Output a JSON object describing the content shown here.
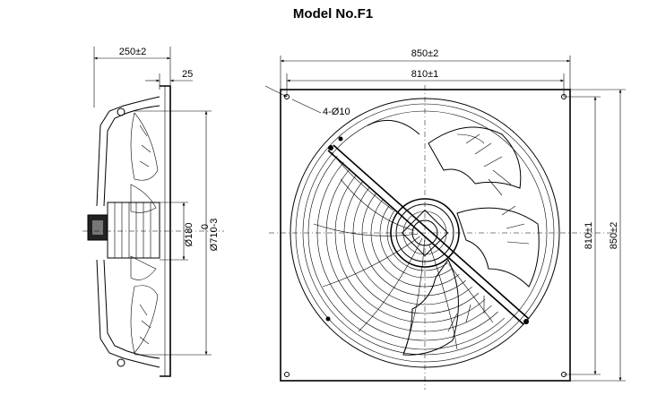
{
  "title": "Model No.F1",
  "side_view": {
    "depth": "250±2",
    "flange": "25",
    "hub_diameter": "Ø180",
    "tolerance": "0",
    "blade_diameter": "Ø710-3"
  },
  "front_view": {
    "plate_width": "850±2",
    "hole_spacing_x": "810±1",
    "mounting_holes": "4-Ø10",
    "hole_spacing_y": "810±1",
    "plate_height": "850±2"
  }
}
